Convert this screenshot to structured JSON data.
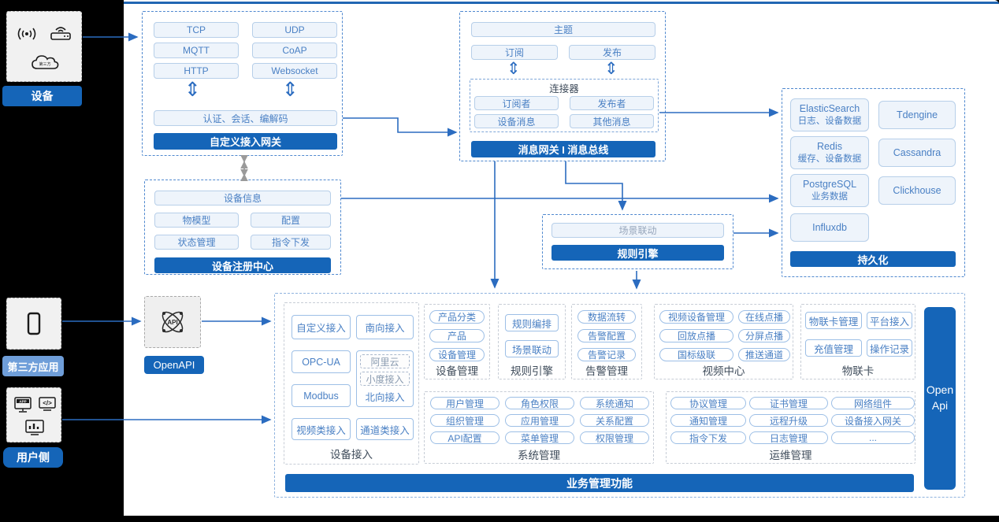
{
  "colors": {
    "primary_blue": "#1565b8",
    "line_blue": "#2b6cc0",
    "pill_border": "#b7cfe9",
    "pill_text": "#4a80c4",
    "light_label_blue": "#6f9ed9",
    "top_rule_blue": "#2166b3"
  },
  "left_rail": {
    "device": {
      "label": "设备"
    },
    "third_party": {
      "label": "第三方应用"
    },
    "user_side": {
      "label": "用户侧"
    },
    "cloud_caption": "第三方"
  },
  "gateway": {
    "protocols": [
      "TCP",
      "UDP",
      "MQTT",
      "CoAP",
      "HTTP",
      "Websocket"
    ],
    "session_bar": "认证、会话、编解码",
    "title": "自定义接入网关"
  },
  "message_bus": {
    "topic": "主题",
    "subscribe": "订阅",
    "publish": "发布",
    "connector": {
      "title": "连接器",
      "items": [
        "订阅者",
        "发布者",
        "设备消息",
        "其他消息"
      ]
    },
    "title": "消息网关 I 消息总线"
  },
  "persistence": {
    "stores": [
      {
        "name": "ElasticSearch",
        "sub": "日志、设备数据"
      },
      {
        "name": "Tdengine",
        "sub": ""
      },
      {
        "name": "Redis",
        "sub": "缓存、设备数据"
      },
      {
        "name": "Cassandra",
        "sub": ""
      },
      {
        "name": "PostgreSQL",
        "sub": "业务数据"
      },
      {
        "name": "Clickhouse",
        "sub": ""
      },
      {
        "name": "Influxdb",
        "sub": ""
      }
    ],
    "title": "持久化"
  },
  "registry": {
    "device_info": "设备信息",
    "quad": [
      "物模型",
      "配置",
      "状态管理",
      "指令下发"
    ],
    "title": "设备注册中心"
  },
  "rule_engine_box": {
    "item": "场景联动",
    "title": "规则引擎"
  },
  "openapi": {
    "label": "OpenAPI",
    "icon_text": "API"
  },
  "business": {
    "title": "业务管理功能",
    "open_api_bar": "Open Api",
    "device_access": {
      "custom": "自定义接入",
      "south": "南向接入",
      "opcua": "OPC-UA",
      "modbus": "Modbus",
      "video": "视频类接入",
      "channel": "通道类接入",
      "north": {
        "ali": "阿里云",
        "xiaodu": "小度接入",
        "label": "北向接入"
      },
      "label": "设备接入"
    },
    "device_mgmt": {
      "items": [
        "产品分类",
        "产品",
        "设备管理"
      ],
      "label": "设备管理"
    },
    "rule_engine": {
      "items": [
        "规则编排",
        "场景联动"
      ],
      "label": "规则引擎"
    },
    "alarm_mgmt": {
      "items": [
        "数据流转",
        "告警配置",
        "告警记录"
      ],
      "label": "告警管理"
    },
    "video_center": {
      "items": [
        "视频设备管理",
        "在线点播",
        "回放点播",
        "分屏点播",
        "国标级联",
        "推送通道"
      ],
      "label": "视频中心"
    },
    "iot_card": {
      "items": [
        "物联卡管理",
        "平台接入",
        "充值管理",
        "操作记录"
      ],
      "label": "物联卡"
    },
    "system_mgmt": {
      "items": [
        "用户管理",
        "角色权限",
        "系统通知",
        "组织管理",
        "应用管理",
        "关系配置",
        "API配置",
        "菜单管理",
        "权限管理"
      ],
      "label": "系统管理"
    },
    "ops_mgmt": {
      "items": [
        "协议管理",
        "证书管理",
        "网络组件",
        "通知管理",
        "远程升级",
        "设备接入网关",
        "指令下发",
        "日志管理",
        "..."
      ],
      "label": "运维管理"
    }
  }
}
